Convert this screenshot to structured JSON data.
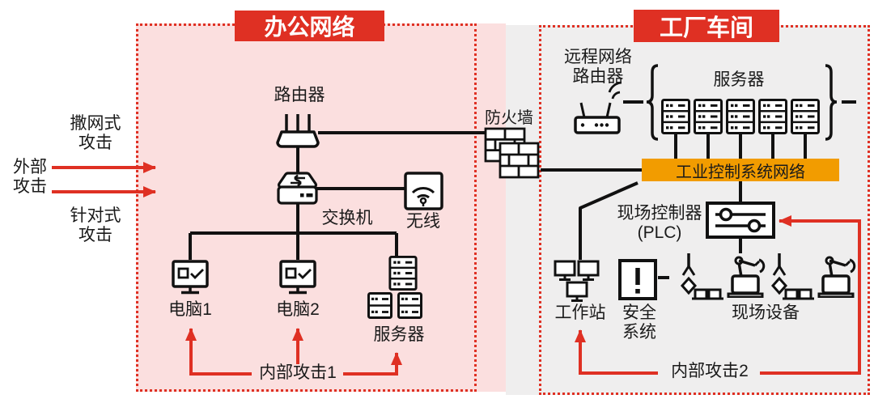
{
  "colors": {
    "red": "#df3023",
    "pink": "#fbdfdf",
    "gray": "#efeeee",
    "orange": "#f29c00",
    "ink": "#1a1a1a"
  },
  "external": {
    "netcast_attack": "撒网式\n攻击",
    "external_attack": "外部\n攻击",
    "targeted_attack": "针对式\n攻击"
  },
  "office": {
    "title": "办公网络",
    "router": "路由器",
    "switch": "交换机",
    "wireless": "无线",
    "pc1": "电脑1",
    "pc2": "电脑2",
    "server": "服务器",
    "internal_attack": "内部攻击1"
  },
  "firewall": {
    "label": "防火墙"
  },
  "factory": {
    "title": "工厂车间",
    "remote_router": "远程网络\n路由器",
    "servers": "服务器",
    "ics_network": "工业控制系统网络",
    "plc": "现场控制器\n(PLC)",
    "workstation": "工作站",
    "safety_system": "安全\n系统",
    "field_devices": "现场设备",
    "internal_attack": "内部攻击2"
  }
}
